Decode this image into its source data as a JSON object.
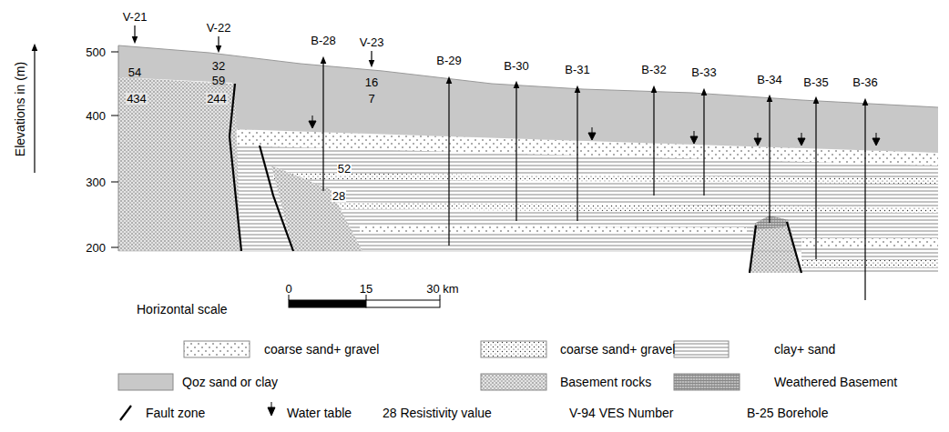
{
  "diagram": {
    "labels": [
      "500",
      "400",
      "300",
      "200",
      "Elevations in (m)",
      "V-21",
      "V-22",
      "B-28",
      "V-23",
      "B-29",
      "B-30",
      "B-31",
      "B-32",
      "B-33",
      "B-34",
      "B-35",
      "B-36",
      "54",
      "434",
      "32",
      "59",
      "244",
      "16",
      "7",
      "52",
      "28",
      "0",
      "15",
      "30 km",
      "Horizontal scale"
    ],
    "legend": [
      {
        "text": "coarse sand+ gravel"
      },
      {
        "text": "coarse sand+ gravel"
      },
      {
        "text": "clay+ sand"
      },
      {
        "text": "Qoz sand or clay",
        "color": "#c8c8c8"
      },
      {
        "text": "Basement rocks"
      },
      {
        "text": "Weathered Basement"
      },
      {
        "text": "Fault zone"
      },
      {
        "text": "Water table"
      },
      {
        "text": "28 Resistivity value"
      },
      {
        "text": "V-94 VES Number"
      },
      {
        "text": "B-25 Borehole"
      }
    ]
  }
}
